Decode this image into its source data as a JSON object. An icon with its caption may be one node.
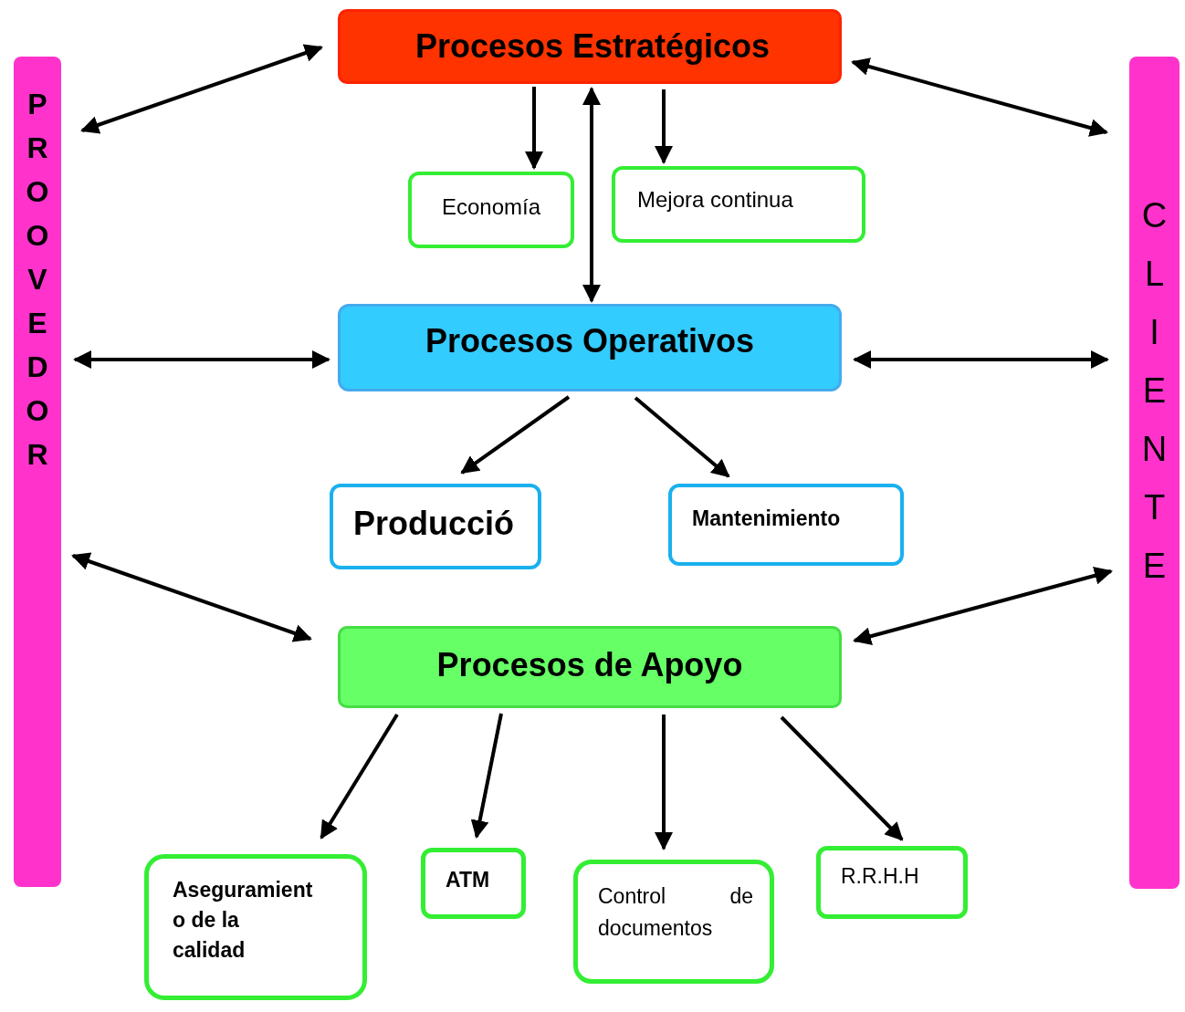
{
  "diagram": {
    "nodes": [
      {
        "text": [
          "Procesos Estratégicos"
        ]
      },
      {
        "text": [
          "PROOVEDOR"
        ]
      },
      {
        "text": [
          "CLIENTE"
        ]
      },
      {
        "text": [
          "Economía"
        ]
      },
      {
        "text": [
          "Mejora continua"
        ]
      },
      {
        "text": [
          "Procesos Operativos"
        ]
      },
      {
        "text": [
          "Producció"
        ]
      },
      {
        "text": [
          "Mantenimiento"
        ]
      },
      {
        "text": [
          "Procesos de Apoyo"
        ]
      },
      {
        "text": [
          "Aseguramient o de la calidad"
        ]
      },
      {
        "text": [
          "ATM"
        ]
      },
      {
        "text": [
          "Control de documentos"
        ]
      },
      {
        "text": [
          "R.R.H.H"
        ]
      }
    ],
    "edges": [
      {
        "from": 0,
        "to": 1,
        "arrow": "both"
      },
      {
        "from": 0,
        "to": 2,
        "arrow": "both"
      },
      {
        "from": 0,
        "to": 3,
        "arrow": "to"
      },
      {
        "from": 0,
        "to": 4,
        "arrow": "to"
      },
      {
        "from": 0,
        "to": 5,
        "arrow": "both"
      },
      {
        "from": 5,
        "to": 1,
        "arrow": "both"
      },
      {
        "from": 5,
        "to": 2,
        "arrow": "both"
      },
      {
        "from": 5,
        "to": 6,
        "arrow": "to"
      },
      {
        "from": 5,
        "to": 7,
        "arrow": "to"
      },
      {
        "from": 8,
        "to": 1,
        "arrow": "both"
      },
      {
        "from": 8,
        "to": 2,
        "arrow": "both"
      },
      {
        "from": 8,
        "to": 9,
        "arrow": "to"
      },
      {
        "from": 8,
        "to": 10,
        "arrow": "to"
      },
      {
        "from": 8,
        "to": 11,
        "arrow": "to"
      },
      {
        "from": 8,
        "to": 12,
        "arrow": "to"
      }
    ]
  }
}
